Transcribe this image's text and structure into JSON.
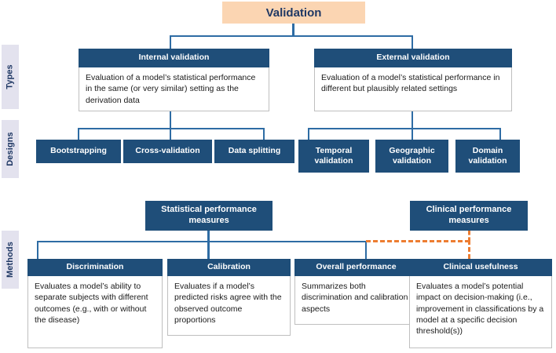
{
  "figure": {
    "title_box": {
      "label": "Validation"
    },
    "row_labels": {
      "types": "Types",
      "designs": "Designs",
      "methods": "Methods"
    },
    "types": [
      {
        "header": "Internal validation",
        "body": "Evaluation of a model’s statistical performance in the same (or very similar) setting  as the derivation data"
      },
      {
        "header": "External validation",
        "body": "Evaluation of a model’s statistical performance in different but plausibly related settings"
      }
    ],
    "designs_internal": [
      {
        "label": "Bootstrapping"
      },
      {
        "label": "Cross-validation"
      },
      {
        "label": "Data splitting"
      }
    ],
    "designs_external": [
      {
        "label": "Temporal\nvalidation",
        "line1": "Temporal",
        "line2": "validation"
      },
      {
        "label": "Geographic\nvalidation",
        "line1": "Geographic",
        "line2": "validation"
      },
      {
        "label": "Domain\nvalidation",
        "line1": "Domain",
        "line2": "validation"
      }
    ],
    "methods_groups": [
      {
        "line1": "Statistical performance",
        "line2": "measures"
      },
      {
        "line1": "Clinical performance",
        "line2": "measures"
      }
    ],
    "methods": [
      {
        "header": "Discrimination",
        "body": "Evaluates a model’s ability to separate subjects with different outcomes (e.g., with or without the disease)"
      },
      {
        "header": "Calibration",
        "body": "Evaluates if a model’s predicted risks agree with the observed outcome proportions"
      },
      {
        "header": "Overall performance",
        "body": "Summarizes both discrimination and calibration aspects"
      },
      {
        "header": "Clinical usefulness",
        "body": "Evaluates a model’s potential impact on decision-making (i.e., improvement in classifications by a model at a specific decision threshold(s))"
      }
    ],
    "colors": {
      "navy": "#1F4E79",
      "peach": "#FBD5B2",
      "connector_blue": "#2E6CA4",
      "connector_orange": "#ED7D31",
      "side_label_bg": "#E3E2EE",
      "side_label_text": "#1F3864",
      "body_border": "#BFBFBF"
    }
  }
}
